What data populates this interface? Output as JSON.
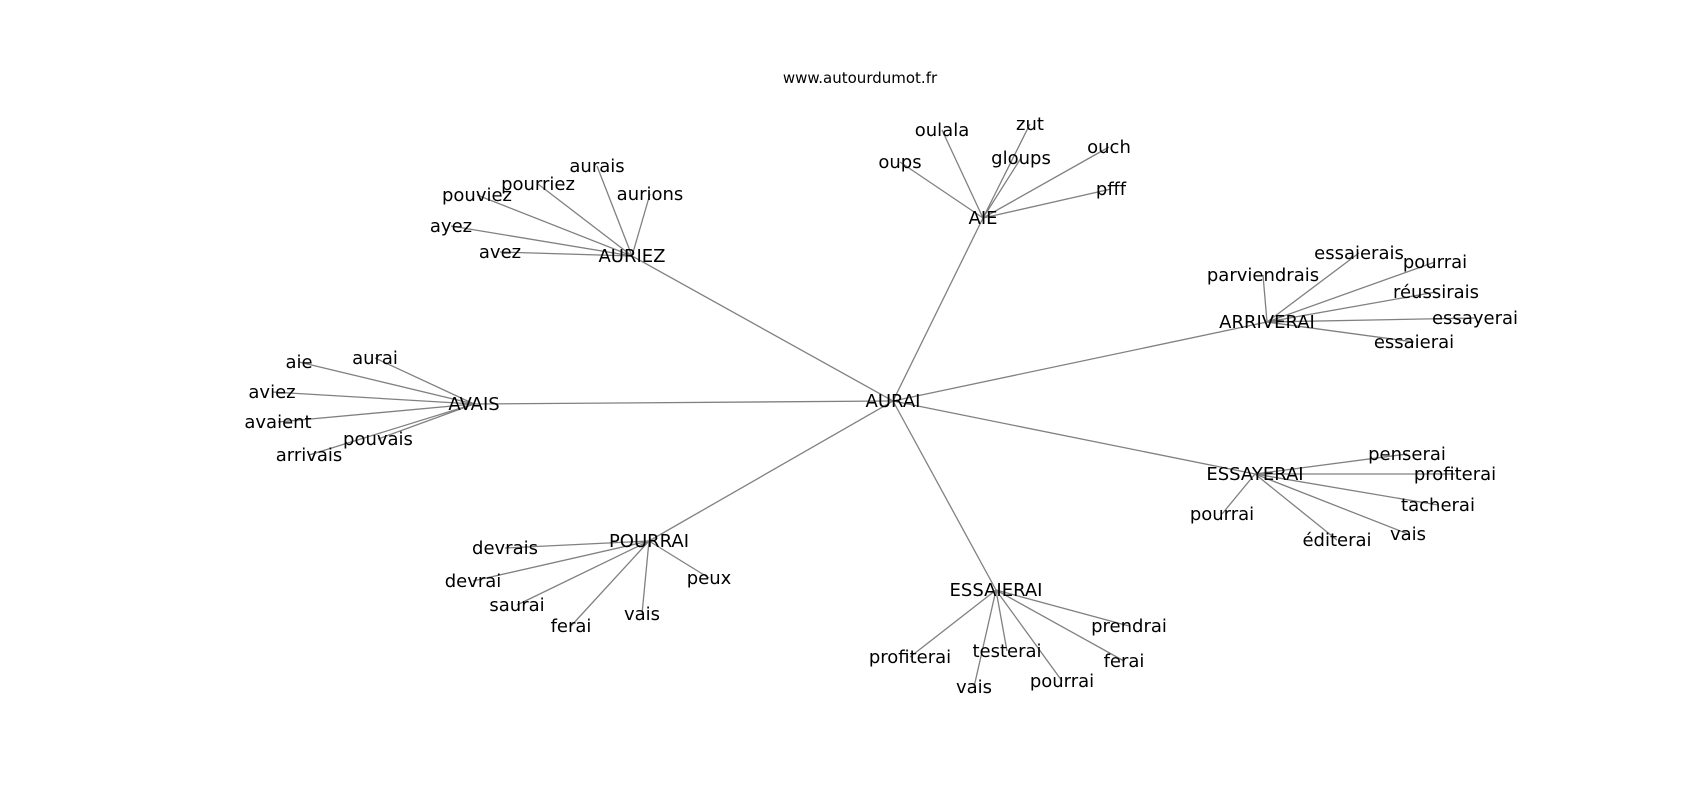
{
  "site": "www.autourdumot.fr",
  "colors": {
    "background": "#ffffff",
    "edge": "#808080",
    "text": "#000000"
  },
  "graph": {
    "center": "AURAI",
    "hubs": [
      {
        "id": "auriez",
        "label": "AURIEZ",
        "leaves": [
          "aurais",
          "pourriez",
          "aurions",
          "pouviez",
          "ayez",
          "avez"
        ]
      },
      {
        "id": "aie",
        "label": "AIE",
        "leaves": [
          "oulala",
          "zut",
          "gloups",
          "ouch",
          "oups",
          "pfff"
        ]
      },
      {
        "id": "arriverai",
        "label": "ARRIVERAI",
        "leaves": [
          "essaierais",
          "pourrai",
          "parviendrais",
          "réussirais",
          "essayerai",
          "essaierai"
        ]
      },
      {
        "id": "avais",
        "label": "AVAIS",
        "leaves": [
          "aurai",
          "aie",
          "aviez",
          "avaient",
          "pouvais",
          "arrivais"
        ]
      },
      {
        "id": "essayerai",
        "label": "ESSAYERAI",
        "leaves": [
          "penserai",
          "profiterai",
          "tacherai",
          "pourrai",
          "vais",
          "éditerai"
        ]
      },
      {
        "id": "pourrai",
        "label": "POURRAI",
        "leaves": [
          "devrais",
          "devrai",
          "saurai",
          "ferai",
          "vais",
          "peux"
        ]
      },
      {
        "id": "essaierai",
        "label": "ESSAIERAI",
        "leaves": [
          "prendrai",
          "ferai",
          "profiterai",
          "testerai",
          "vais",
          "pourrai"
        ]
      }
    ]
  }
}
